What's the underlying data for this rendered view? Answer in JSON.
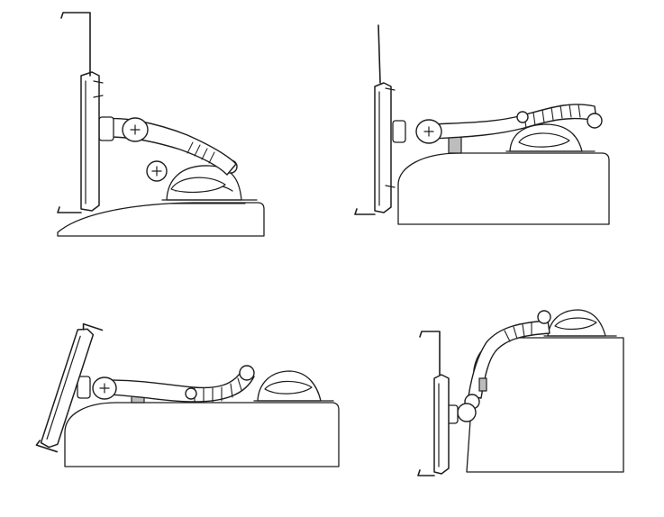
{
  "scene": {
    "background": "#ffffff",
    "surface_gradient": [
      "#ffffff",
      "#bdbdbd"
    ],
    "line_color": "#1e1e1e",
    "panels": [
      {
        "id": "top-left",
        "surface": "low-rounded-dashboard",
        "tablet": "vertical"
      },
      {
        "id": "top-right",
        "surface": "tall-dashboard",
        "tablet": "vertical"
      },
      {
        "id": "bottom-left",
        "surface": "tall-dashboard",
        "tablet": "tilted"
      },
      {
        "id": "bottom-right",
        "surface": "vertical-wall",
        "tablet": "vertical"
      }
    ]
  }
}
